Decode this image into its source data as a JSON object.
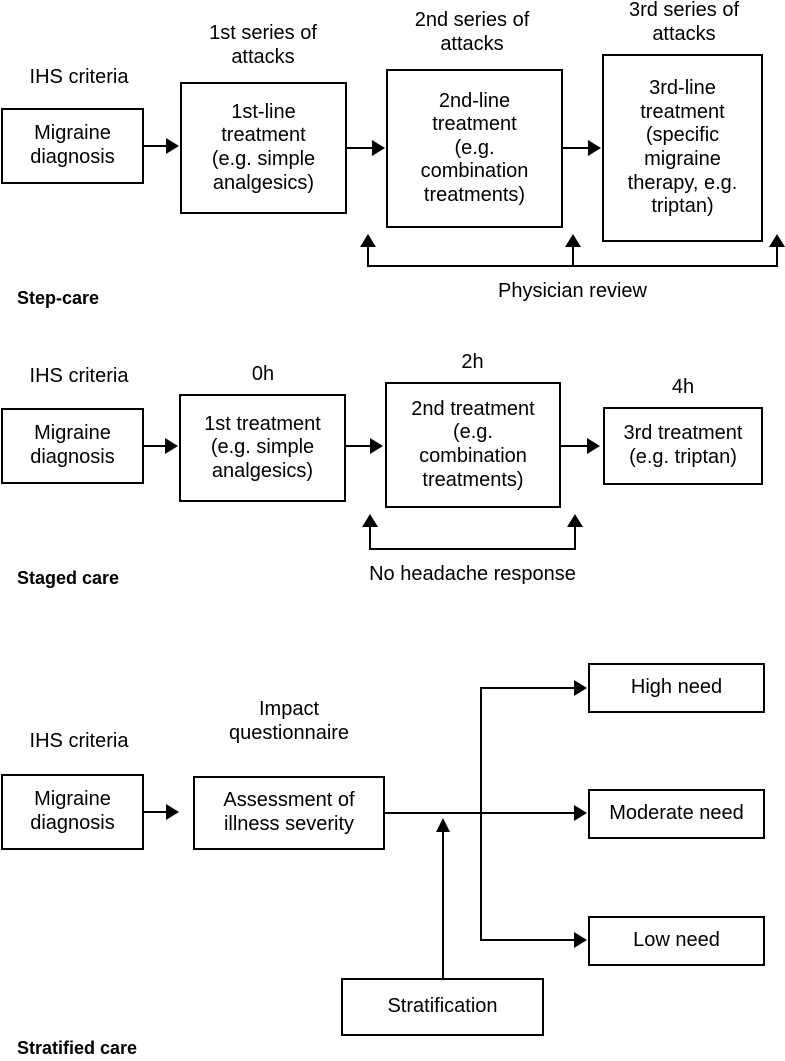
{
  "figure": {
    "title": "Migraine treatment strategies flow diagram"
  },
  "sections": [
    {
      "id": "step-care",
      "label": "Step-care",
      "captions": {
        "ihs": "IHS criteria",
        "series1": "1st series of\nattacks",
        "series2": "2nd series of\nattacks",
        "series3": "3rd series of\nattacks"
      },
      "boxes": {
        "diagnosis": "Migraine\ndiagnosis",
        "treatment1": "1st-line\ntreatment\n(e.g. simple\nanalgesics)",
        "treatment2": "2nd-line\ntreatment\n(e.g.\ncombination\ntreatments)",
        "treatment3": "3rd-line\ntreatment\n(specific\nmigraine\ntherapy, e.g.\ntriptan)"
      },
      "feedback_label": "Physician review"
    },
    {
      "id": "staged-care",
      "label": "Staged care",
      "captions": {
        "ihs": "IHS criteria",
        "time0": "0h",
        "time2": "2h",
        "time4": "4h"
      },
      "boxes": {
        "diagnosis": "Migraine\ndiagnosis",
        "treatment1": "1st treatment\n(e.g. simple\nanalgesics)",
        "treatment2": "2nd treatment\n(e.g.\ncombination\ntreatments)",
        "treatment3": "3rd treatment\n(e.g. triptan)"
      },
      "feedback_label": "No headache response"
    },
    {
      "id": "stratified-care",
      "label": "Stratified care",
      "captions": {
        "ihs": "IHS criteria",
        "impact": "Impact\nquestionnaire"
      },
      "boxes": {
        "diagnosis": "Migraine\ndiagnosis",
        "assessment": "Assessment of\nillness severity",
        "high": "High need",
        "moderate": "Moderate need",
        "low": "Low need",
        "stratification": "Stratification"
      }
    }
  ],
  "colors": {
    "line": "#000000",
    "background": "#ffffff",
    "text": "#000000"
  }
}
